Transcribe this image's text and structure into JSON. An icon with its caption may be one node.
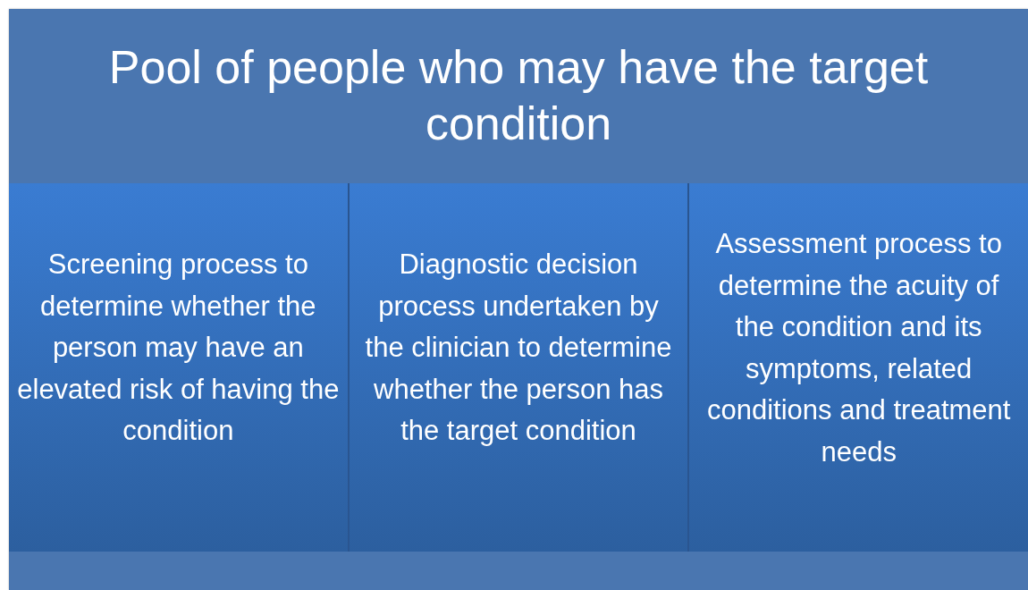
{
  "diagram": {
    "nodes": [
      {
        "text": [
          "Pool of people who may have the target condition"
        ]
      },
      {
        "text": [
          "Screening process to determine whether the person may have an elevated risk of having the condition"
        ],
        "in": 0
      },
      {
        "text": [
          "Diagnostic decision process undertaken by the clinician to determine whether the person has the target condition"
        ],
        "in": 0
      },
      {
        "text": [
          "Assessment process to determine the acuity of the condition and its symptoms, related conditions and treatment needs"
        ],
        "in": 0
      }
    ]
  }
}
